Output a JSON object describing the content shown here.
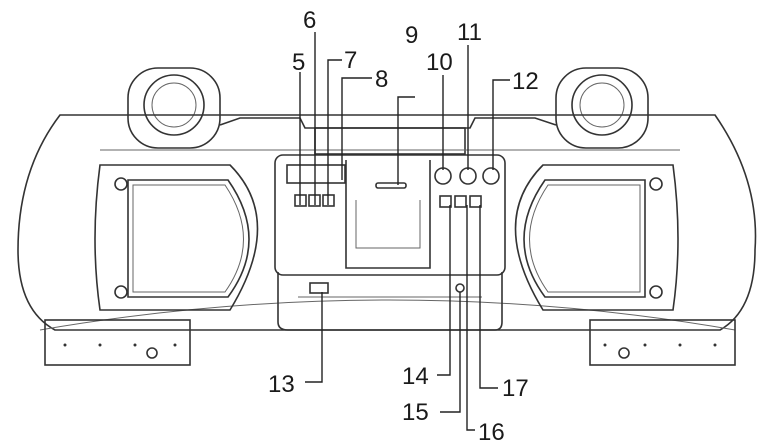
{
  "diagram": {
    "subject": "boombox-front-view",
    "callouts": [
      {
        "id": "5",
        "label": "5"
      },
      {
        "id": "6",
        "label": "6"
      },
      {
        "id": "7",
        "label": "7"
      },
      {
        "id": "8",
        "label": "8"
      },
      {
        "id": "9",
        "label": "9"
      },
      {
        "id": "10",
        "label": "10"
      },
      {
        "id": "11",
        "label": "11"
      },
      {
        "id": "12",
        "label": "12"
      },
      {
        "id": "13",
        "label": "13"
      },
      {
        "id": "14",
        "label": "14"
      },
      {
        "id": "15",
        "label": "15"
      },
      {
        "id": "16",
        "label": "16"
      },
      {
        "id": "17",
        "label": "17"
      }
    ]
  }
}
